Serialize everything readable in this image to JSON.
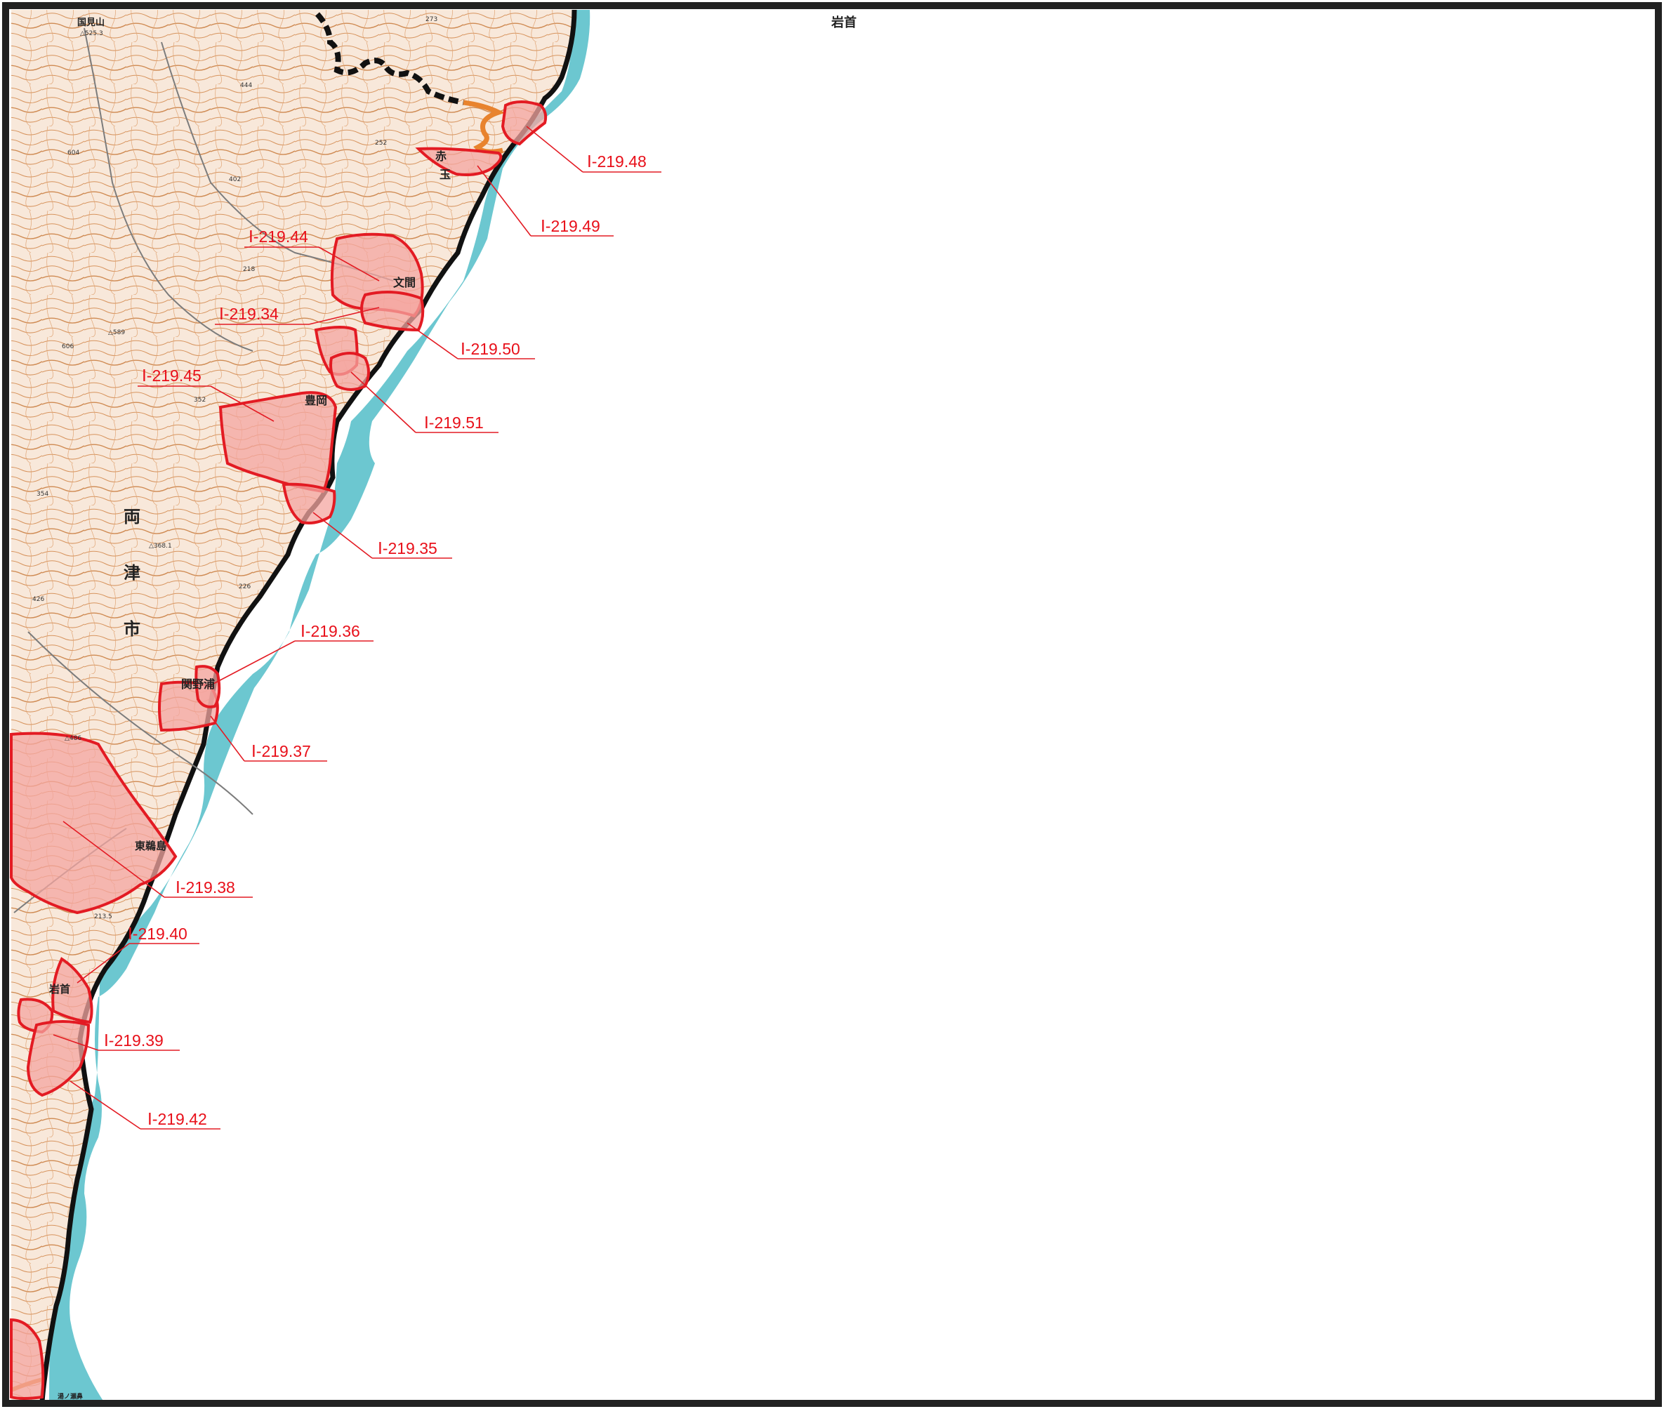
{
  "map": {
    "sheet_title": "岩首",
    "colors": {
      "land": "#f8e8da",
      "contour": "#cf8a52",
      "sea_band": "#6cc7d0",
      "hazard_fill": "#f4a6a0",
      "hazard_stroke": "#e31b23",
      "label": "#e8101a",
      "coast": "#111111",
      "road": "#e8832e"
    },
    "place_names": [
      {
        "id": "ryotsu-ryo",
        "text": "両"
      },
      {
        "id": "ryotsu-tsu",
        "text": "津"
      },
      {
        "id": "ryotsu-shi",
        "text": "市"
      },
      {
        "id": "kunimi-yama",
        "text": "国見山"
      },
      {
        "id": "aka",
        "text": "赤"
      },
      {
        "id": "tama",
        "text": "玉"
      },
      {
        "id": "bunma",
        "text": "文間"
      },
      {
        "id": "toyooka",
        "text": "豊岡"
      },
      {
        "id": "sekinoura",
        "text": "関野浦"
      },
      {
        "id": "higashi-ikanoura",
        "text": "東鵜島"
      },
      {
        "id": "iwakubi",
        "text": "岩首"
      },
      {
        "id": "yugashima",
        "text": "湯ノ瀬鼻"
      }
    ],
    "spot_heights": [
      {
        "id": "h1",
        "text": "△525.3"
      },
      {
        "id": "h2",
        "text": "273"
      },
      {
        "id": "h3",
        "text": "444"
      },
      {
        "id": "h4",
        "text": "604"
      },
      {
        "id": "h5",
        "text": "252"
      },
      {
        "id": "h6",
        "text": "402"
      },
      {
        "id": "h7",
        "text": "218"
      },
      {
        "id": "h8",
        "text": "△589"
      },
      {
        "id": "h9",
        "text": "606"
      },
      {
        "id": "h10",
        "text": "352"
      },
      {
        "id": "h11",
        "text": "354"
      },
      {
        "id": "h12",
        "text": "△368.1"
      },
      {
        "id": "h13",
        "text": "226"
      },
      {
        "id": "h14",
        "text": "426"
      },
      {
        "id": "h15",
        "text": "△486"
      },
      {
        "id": "h16",
        "text": "213.5"
      }
    ],
    "zones": [
      {
        "id": "I-219.48",
        "label": "Ⅰ-219.48"
      },
      {
        "id": "I-219.49",
        "label": "Ⅰ-219.49"
      },
      {
        "id": "I-219.44",
        "label": "Ⅰ-219.44"
      },
      {
        "id": "I-219.34",
        "label": "Ⅰ-219.34"
      },
      {
        "id": "I-219.50",
        "label": "Ⅰ-219.50"
      },
      {
        "id": "I-219.45",
        "label": "Ⅰ-219.45"
      },
      {
        "id": "I-219.51",
        "label": "Ⅰ-219.51"
      },
      {
        "id": "I-219.35",
        "label": "Ⅰ-219.35"
      },
      {
        "id": "I-219.36",
        "label": "Ⅰ-219.36"
      },
      {
        "id": "I-219.37",
        "label": "Ⅰ-219.37"
      },
      {
        "id": "I-219.38",
        "label": "Ⅰ-219.38"
      },
      {
        "id": "I-219.40",
        "label": "Ⅰ-219.40"
      },
      {
        "id": "I-219.39",
        "label": "Ⅰ-219.39"
      },
      {
        "id": "I-219.42",
        "label": "Ⅰ-219.42"
      }
    ]
  }
}
